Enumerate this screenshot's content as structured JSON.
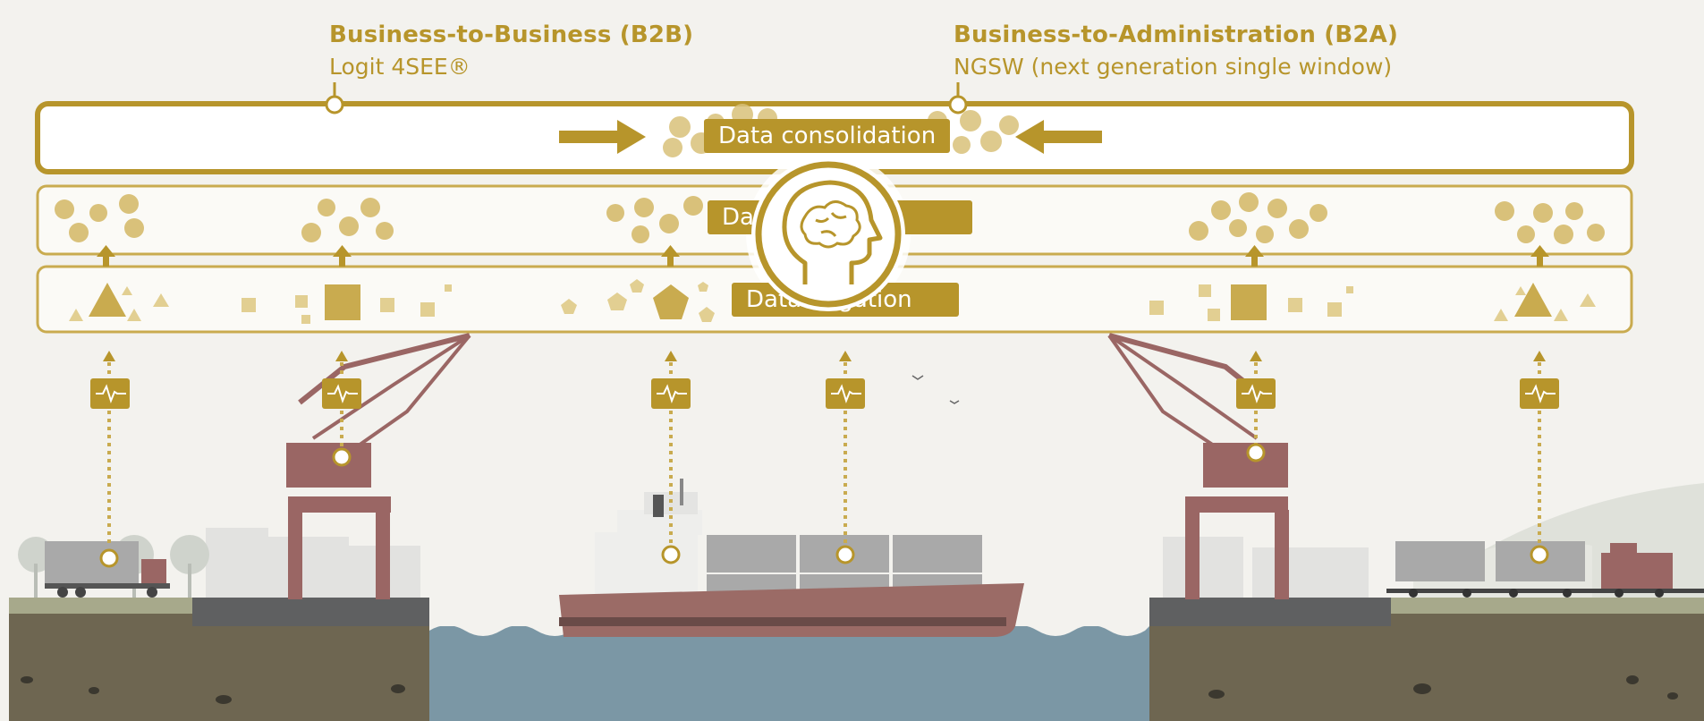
{
  "header": {
    "b2b": {
      "title": "Business-to-Business (B2B)",
      "subtitle": "Logit 4SEE®"
    },
    "b2a": {
      "title": "Business-to-Administration (B2A)",
      "subtitle": "NGSW (next generation single window)"
    }
  },
  "layers": {
    "consolidation": "Data consolidation",
    "interpretation": "Da        ation",
    "aggregation": "Data     gation"
  },
  "colors": {
    "gold": "#b7952b",
    "gold_light": "#d9c17a",
    "background": "#f3f2ee",
    "crane": "#9a6664",
    "water": "#7a96a4",
    "ground": "#6d6452"
  },
  "icons": {
    "center": "brain-head-icon",
    "sensor": "pulse-signal-icon",
    "arrow": "arrow-up-icon"
  }
}
